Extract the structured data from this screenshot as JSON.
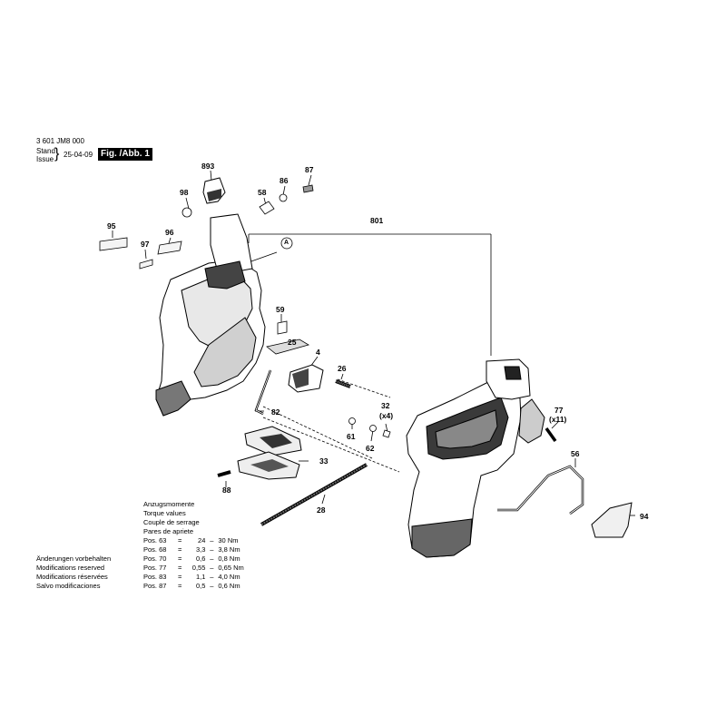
{
  "header": {
    "drawing_number": "3 601 JM8 000",
    "stand_label": "Stand",
    "issue_label": "Issue",
    "brace": "}",
    "date": "25-04-09",
    "figure_label": "Fig. /Abb. 1"
  },
  "callouts": {
    "c893": "893",
    "c98": "98",
    "c58": "58",
    "c86": "86",
    "c87": "87",
    "c95": "95",
    "c97": "97",
    "c96": "96",
    "c801": "801",
    "cA": "A",
    "c59": "59",
    "c25": "25",
    "c4": "4",
    "c26": "26",
    "c82": "82",
    "c32": "32",
    "c32x": "(x4)",
    "c61": "61",
    "c62": "62",
    "c77": "77",
    "c77x": "(x11)",
    "c56": "56",
    "c33": "33",
    "c88": "88",
    "c28": "28",
    "c94": "94"
  },
  "torque": {
    "title_de": "Anzugsmomente",
    "title_en": "Torque values",
    "title_fr": "Couple de serrage",
    "title_es": "Pares de apriete",
    "rows": [
      {
        "pos": "Pos. 63",
        "eq": "=",
        "min": "24",
        "dash": "–",
        "max": "30 Nm"
      },
      {
        "pos": "Pos. 68",
        "eq": "=",
        "min": "3,3",
        "dash": "–",
        "max": "3,8 Nm"
      },
      {
        "pos": "Pos. 70",
        "eq": "=",
        "min": "0,6",
        "dash": "–",
        "max": "0,8 Nm"
      },
      {
        "pos": "Pos. 77",
        "eq": "=",
        "min": "0,55",
        "dash": "–",
        "max": "0,65 Nm"
      },
      {
        "pos": "Pos. 83",
        "eq": "=",
        "min": "1,1",
        "dash": "–",
        "max": "4,0 Nm"
      },
      {
        "pos": "Pos. 87",
        "eq": "=",
        "min": "0,5",
        "dash": "–",
        "max": "0,6 Nm"
      }
    ]
  },
  "notice": {
    "de": "Änderungen vorbehalten",
    "en": "Modifications reserved",
    "fr": "Modifications réservées",
    "es": "Salvo modificaciones"
  }
}
